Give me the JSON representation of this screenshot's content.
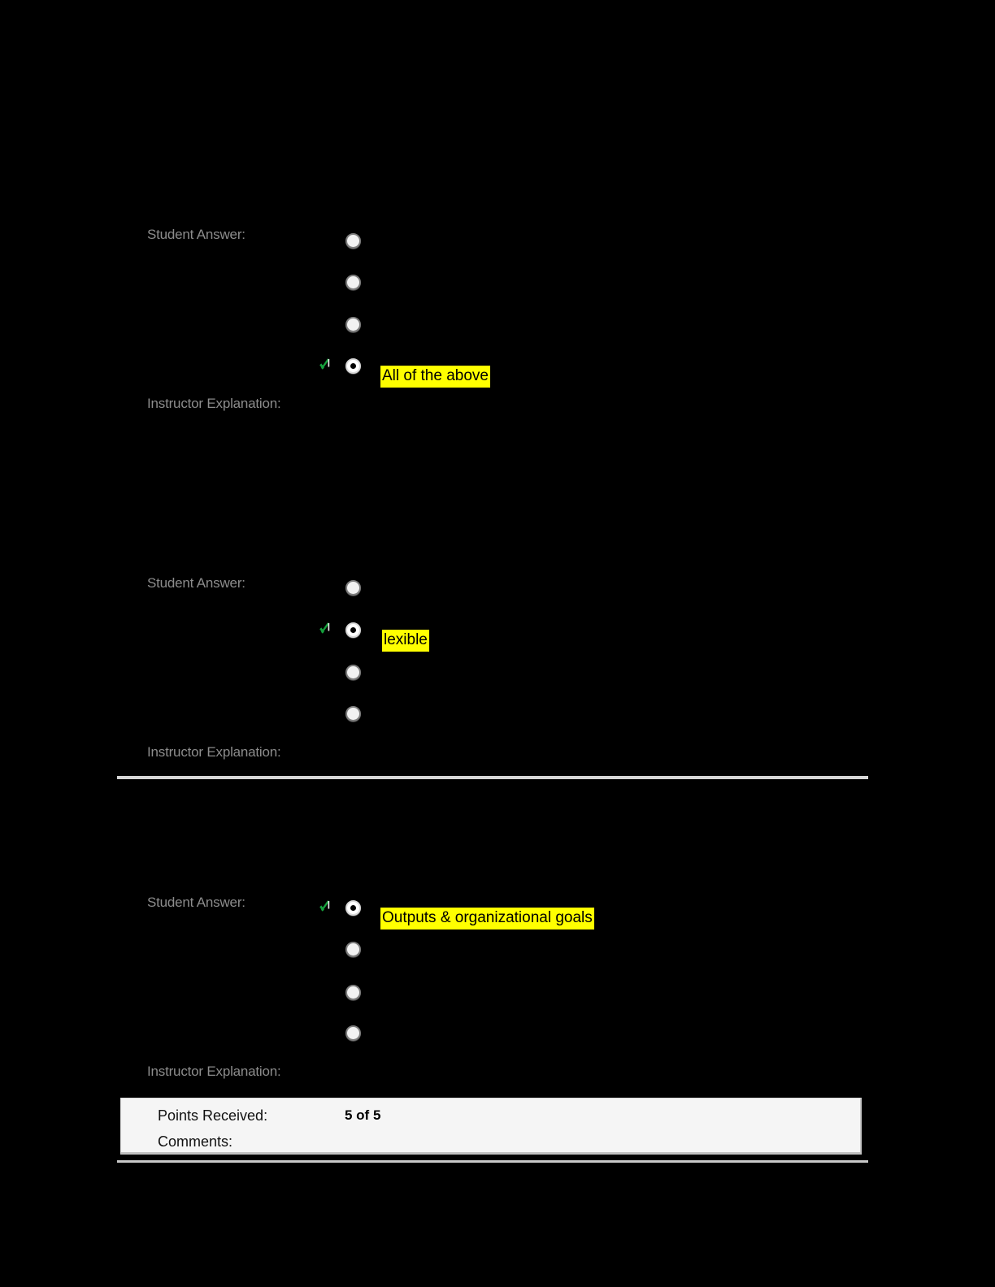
{
  "page": {
    "background_color": "#000000",
    "text_color": "#8c8c8c",
    "highlight_color": "#ffff00",
    "check_color": "#15a03c"
  },
  "questions": [
    {
      "student_answer_label": "Student Answer:",
      "instructor_explanation_label": "Instructor Explanation:",
      "options": [
        {
          "selected": false,
          "correct_mark": false,
          "text": ""
        },
        {
          "selected": false,
          "correct_mark": false,
          "text": ""
        },
        {
          "selected": false,
          "correct_mark": false,
          "text": ""
        },
        {
          "selected": true,
          "correct_mark": true,
          "text": "All of the above"
        }
      ]
    },
    {
      "student_answer_label": "Student Answer:",
      "instructor_explanation_label": "Instructor Explanation:",
      "options": [
        {
          "selected": false,
          "correct_mark": false,
          "text": ""
        },
        {
          "selected": true,
          "correct_mark": true,
          "text": "lexible"
        },
        {
          "selected": false,
          "correct_mark": false,
          "text": ""
        },
        {
          "selected": false,
          "correct_mark": false,
          "text": ""
        }
      ]
    },
    {
      "student_answer_label": "Student Answer:",
      "instructor_explanation_label": "Instructor Explanation:",
      "options": [
        {
          "selected": true,
          "correct_mark": true,
          "text": "Outputs & organizational goals"
        },
        {
          "selected": false,
          "correct_mark": false,
          "text": ""
        },
        {
          "selected": false,
          "correct_mark": false,
          "text": ""
        },
        {
          "selected": false,
          "correct_mark": false,
          "text": ""
        }
      ]
    }
  ],
  "score_panel": {
    "points_received_label": "Points Received:",
    "points_received_value": "5 of 5",
    "comments_label": "Comments:",
    "comments_value": ""
  },
  "icons": {
    "check": "check-icon",
    "radio_selected": "radio-selected-icon",
    "radio_unselected": "radio-unselected-icon"
  }
}
